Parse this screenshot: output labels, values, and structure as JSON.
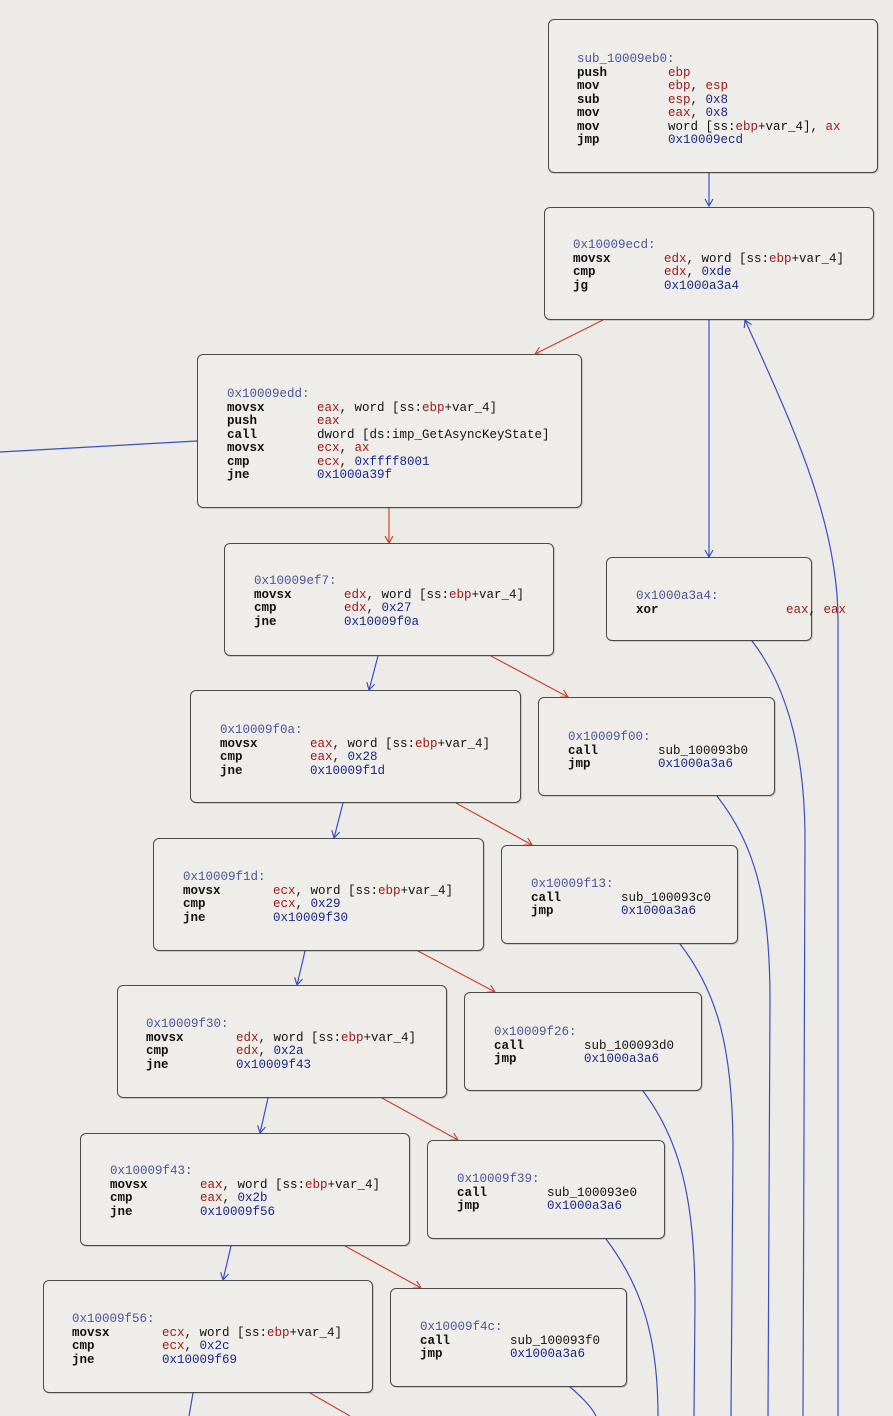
{
  "colors": {
    "background": "#ecebe8",
    "edge_conditional_false": "#d0422a",
    "edge_unconditional": "#3a4fbf",
    "label": "#4a5699",
    "register": "#a01818",
    "immediate": "#1b2588"
  },
  "blocks": [
    {
      "id": "sub_10009eb0",
      "label": "sub_10009eb0:",
      "instructions": [
        {
          "mnemonic": "push",
          "operands": [
            {
              "t": "reg",
              "v": "ebp"
            }
          ]
        },
        {
          "mnemonic": "mov",
          "operands": [
            {
              "t": "reg",
              "v": "ebp"
            },
            {
              "t": "txt",
              "v": ", "
            },
            {
              "t": "reg",
              "v": "esp"
            }
          ]
        },
        {
          "mnemonic": "sub",
          "operands": [
            {
              "t": "reg",
              "v": "esp"
            },
            {
              "t": "txt",
              "v": ", "
            },
            {
              "t": "num",
              "v": "0x8"
            }
          ]
        },
        {
          "mnemonic": "mov",
          "operands": [
            {
              "t": "reg",
              "v": "eax"
            },
            {
              "t": "txt",
              "v": ", "
            },
            {
              "t": "num",
              "v": "0x8"
            }
          ]
        },
        {
          "mnemonic": "mov",
          "operands": [
            {
              "t": "txt",
              "v": "word [ss:"
            },
            {
              "t": "reg",
              "v": "ebp"
            },
            {
              "t": "txt",
              "v": "+var_4], "
            },
            {
              "t": "reg",
              "v": "ax"
            }
          ]
        },
        {
          "mnemonic": "jmp",
          "operands": [
            {
              "t": "num",
              "v": "0x10009ecd"
            }
          ]
        }
      ]
    },
    {
      "id": "0x10009ecd",
      "label": "0x10009ecd:",
      "instructions": [
        {
          "mnemonic": "movsx",
          "operands": [
            {
              "t": "reg",
              "v": "edx"
            },
            {
              "t": "txt",
              "v": ", word [ss:"
            },
            {
              "t": "reg",
              "v": "ebp"
            },
            {
              "t": "txt",
              "v": "+var_4]"
            }
          ]
        },
        {
          "mnemonic": "cmp",
          "operands": [
            {
              "t": "reg",
              "v": "edx"
            },
            {
              "t": "txt",
              "v": ", "
            },
            {
              "t": "num",
              "v": "0xde"
            }
          ]
        },
        {
          "mnemonic": "jg",
          "operands": [
            {
              "t": "num",
              "v": "0x1000a3a4"
            }
          ]
        }
      ]
    },
    {
      "id": "0x10009edd",
      "label": "0x10009edd:",
      "instructions": [
        {
          "mnemonic": "movsx",
          "operands": [
            {
              "t": "reg",
              "v": "eax"
            },
            {
              "t": "txt",
              "v": ", word [ss:"
            },
            {
              "t": "reg",
              "v": "ebp"
            },
            {
              "t": "txt",
              "v": "+var_4]"
            }
          ]
        },
        {
          "mnemonic": "push",
          "operands": [
            {
              "t": "reg",
              "v": "eax"
            }
          ]
        },
        {
          "mnemonic": "call",
          "operands": [
            {
              "t": "txt",
              "v": "dword [ds:imp_GetAsyncKeyState]"
            }
          ]
        },
        {
          "mnemonic": "movsx",
          "operands": [
            {
              "t": "reg",
              "v": "ecx"
            },
            {
              "t": "txt",
              "v": ", "
            },
            {
              "t": "reg",
              "v": "ax"
            }
          ]
        },
        {
          "mnemonic": "cmp",
          "operands": [
            {
              "t": "reg",
              "v": "ecx"
            },
            {
              "t": "txt",
              "v": ", "
            },
            {
              "t": "num",
              "v": "0xffff8001"
            }
          ]
        },
        {
          "mnemonic": "jne",
          "operands": [
            {
              "t": "num",
              "v": "0x1000a39f"
            }
          ]
        }
      ]
    },
    {
      "id": "0x10009ef7",
      "label": "0x10009ef7:",
      "instructions": [
        {
          "mnemonic": "movsx",
          "operands": [
            {
              "t": "reg",
              "v": "edx"
            },
            {
              "t": "txt",
              "v": ", word [ss:"
            },
            {
              "t": "reg",
              "v": "ebp"
            },
            {
              "t": "txt",
              "v": "+var_4]"
            }
          ]
        },
        {
          "mnemonic": "cmp",
          "operands": [
            {
              "t": "reg",
              "v": "edx"
            },
            {
              "t": "txt",
              "v": ", "
            },
            {
              "t": "num",
              "v": "0x27"
            }
          ]
        },
        {
          "mnemonic": "jne",
          "operands": [
            {
              "t": "num",
              "v": "0x10009f0a"
            }
          ]
        }
      ]
    },
    {
      "id": "0x1000a3a4",
      "label": "0x1000a3a4:",
      "instructions": [
        {
          "mnemonic": "xor",
          "operands": [
            {
              "t": "reg",
              "v": "eax"
            },
            {
              "t": "txt",
              "v": ", "
            },
            {
              "t": "reg",
              "v": "eax"
            }
          ]
        }
      ]
    },
    {
      "id": "0x10009f0a",
      "label": "0x10009f0a:",
      "instructions": [
        {
          "mnemonic": "movsx",
          "operands": [
            {
              "t": "reg",
              "v": "eax"
            },
            {
              "t": "txt",
              "v": ", word [ss:"
            },
            {
              "t": "reg",
              "v": "ebp"
            },
            {
              "t": "txt",
              "v": "+var_4]"
            }
          ]
        },
        {
          "mnemonic": "cmp",
          "operands": [
            {
              "t": "reg",
              "v": "eax"
            },
            {
              "t": "txt",
              "v": ", "
            },
            {
              "t": "num",
              "v": "0x28"
            }
          ]
        },
        {
          "mnemonic": "jne",
          "operands": [
            {
              "t": "num",
              "v": "0x10009f1d"
            }
          ]
        }
      ]
    },
    {
      "id": "0x10009f00",
      "label": "0x10009f00:",
      "instructions": [
        {
          "mnemonic": "call",
          "operands": [
            {
              "t": "txt",
              "v": "sub_100093b0"
            }
          ]
        },
        {
          "mnemonic": "jmp",
          "operands": [
            {
              "t": "num",
              "v": "0x1000a3a6"
            }
          ]
        }
      ]
    },
    {
      "id": "0x10009f1d",
      "label": "0x10009f1d:",
      "instructions": [
        {
          "mnemonic": "movsx",
          "operands": [
            {
              "t": "reg",
              "v": "ecx"
            },
            {
              "t": "txt",
              "v": ", word [ss:"
            },
            {
              "t": "reg",
              "v": "ebp"
            },
            {
              "t": "txt",
              "v": "+var_4]"
            }
          ]
        },
        {
          "mnemonic": "cmp",
          "operands": [
            {
              "t": "reg",
              "v": "ecx"
            },
            {
              "t": "txt",
              "v": ", "
            },
            {
              "t": "num",
              "v": "0x29"
            }
          ]
        },
        {
          "mnemonic": "jne",
          "operands": [
            {
              "t": "num",
              "v": "0x10009f30"
            }
          ]
        }
      ]
    },
    {
      "id": "0x10009f13",
      "label": "0x10009f13:",
      "instructions": [
        {
          "mnemonic": "call",
          "operands": [
            {
              "t": "txt",
              "v": "sub_100093c0"
            }
          ]
        },
        {
          "mnemonic": "jmp",
          "operands": [
            {
              "t": "num",
              "v": "0x1000a3a6"
            }
          ]
        }
      ]
    },
    {
      "id": "0x10009f30",
      "label": "0x10009f30:",
      "instructions": [
        {
          "mnemonic": "movsx",
          "operands": [
            {
              "t": "reg",
              "v": "edx"
            },
            {
              "t": "txt",
              "v": ", word [ss:"
            },
            {
              "t": "reg",
              "v": "ebp"
            },
            {
              "t": "txt",
              "v": "+var_4]"
            }
          ]
        },
        {
          "mnemonic": "cmp",
          "operands": [
            {
              "t": "reg",
              "v": "edx"
            },
            {
              "t": "txt",
              "v": ", "
            },
            {
              "t": "num",
              "v": "0x2a"
            }
          ]
        },
        {
          "mnemonic": "jne",
          "operands": [
            {
              "t": "num",
              "v": "0x10009f43"
            }
          ]
        }
      ]
    },
    {
      "id": "0x10009f26",
      "label": "0x10009f26:",
      "instructions": [
        {
          "mnemonic": "call",
          "operands": [
            {
              "t": "txt",
              "v": "sub_100093d0"
            }
          ]
        },
        {
          "mnemonic": "jmp",
          "operands": [
            {
              "t": "num",
              "v": "0x1000a3a6"
            }
          ]
        }
      ]
    },
    {
      "id": "0x10009f43",
      "label": "0x10009f43:",
      "instructions": [
        {
          "mnemonic": "movsx",
          "operands": [
            {
              "t": "reg",
              "v": "eax"
            },
            {
              "t": "txt",
              "v": ", word [ss:"
            },
            {
              "t": "reg",
              "v": "ebp"
            },
            {
              "t": "txt",
              "v": "+var_4]"
            }
          ]
        },
        {
          "mnemonic": "cmp",
          "operands": [
            {
              "t": "reg",
              "v": "eax"
            },
            {
              "t": "txt",
              "v": ", "
            },
            {
              "t": "num",
              "v": "0x2b"
            }
          ]
        },
        {
          "mnemonic": "jne",
          "operands": [
            {
              "t": "num",
              "v": "0x10009f56"
            }
          ]
        }
      ]
    },
    {
      "id": "0x10009f39",
      "label": "0x10009f39:",
      "instructions": [
        {
          "mnemonic": "call",
          "operands": [
            {
              "t": "txt",
              "v": "sub_100093e0"
            }
          ]
        },
        {
          "mnemonic": "jmp",
          "operands": [
            {
              "t": "num",
              "v": "0x1000a3a6"
            }
          ]
        }
      ]
    },
    {
      "id": "0x10009f56",
      "label": "0x10009f56:",
      "instructions": [
        {
          "mnemonic": "movsx",
          "operands": [
            {
              "t": "reg",
              "v": "ecx"
            },
            {
              "t": "txt",
              "v": ", word [ss:"
            },
            {
              "t": "reg",
              "v": "ebp"
            },
            {
              "t": "txt",
              "v": "+var_4]"
            }
          ]
        },
        {
          "mnemonic": "cmp",
          "operands": [
            {
              "t": "reg",
              "v": "ecx"
            },
            {
              "t": "txt",
              "v": ", "
            },
            {
              "t": "num",
              "v": "0x2c"
            }
          ]
        },
        {
          "mnemonic": "jne",
          "operands": [
            {
              "t": "num",
              "v": "0x10009f69"
            }
          ]
        }
      ]
    },
    {
      "id": "0x10009f4c",
      "label": "0x10009f4c:",
      "instructions": [
        {
          "mnemonic": "call",
          "operands": [
            {
              "t": "txt",
              "v": "sub_100093f0"
            }
          ]
        },
        {
          "mnemonic": "jmp",
          "operands": [
            {
              "t": "num",
              "v": "0x1000a3a6"
            }
          ]
        }
      ]
    }
  ],
  "edges": [
    {
      "from": "sub_10009eb0",
      "to": "0x10009ecd",
      "kind": "unconditional"
    },
    {
      "from": "0x10009ecd",
      "to": "0x10009edd",
      "kind": "false"
    },
    {
      "from": "0x10009ecd",
      "to": "0x1000a3a4",
      "kind": "true"
    },
    {
      "from": "0x10009edd",
      "to": "0x10009ef7",
      "kind": "false"
    },
    {
      "from": "0x10009edd",
      "to": "0x1000a39f",
      "kind": "true"
    },
    {
      "from": "0x10009ef7",
      "to": "0x10009f0a",
      "kind": "true"
    },
    {
      "from": "0x10009ef7",
      "to": "0x10009f00",
      "kind": "false"
    },
    {
      "from": "0x10009f0a",
      "to": "0x10009f1d",
      "kind": "true"
    },
    {
      "from": "0x10009f0a",
      "to": "0x10009f13",
      "kind": "false"
    },
    {
      "from": "0x10009f1d",
      "to": "0x10009f30",
      "kind": "true"
    },
    {
      "from": "0x10009f1d",
      "to": "0x10009f26",
      "kind": "false"
    },
    {
      "from": "0x10009f30",
      "to": "0x10009f43",
      "kind": "true"
    },
    {
      "from": "0x10009f30",
      "to": "0x10009f39",
      "kind": "false"
    },
    {
      "from": "0x10009f43",
      "to": "0x10009f56",
      "kind": "true"
    },
    {
      "from": "0x10009f43",
      "to": "0x10009f4c",
      "kind": "false"
    },
    {
      "from": "0x10009f56",
      "to": "0x10009f69",
      "kind": "true"
    },
    {
      "from": "0x10009f56",
      "to": "next-case",
      "kind": "false"
    },
    {
      "from": "0x1000a3a4",
      "to": "exit",
      "kind": "unconditional"
    },
    {
      "from": "0x10009f00",
      "to": "0x1000a3a6",
      "kind": "unconditional"
    },
    {
      "from": "0x10009f13",
      "to": "0x1000a3a6",
      "kind": "unconditional"
    },
    {
      "from": "0x10009f26",
      "to": "0x1000a3a6",
      "kind": "unconditional"
    },
    {
      "from": "0x10009f39",
      "to": "0x1000a3a6",
      "kind": "unconditional"
    },
    {
      "from": "0x10009f4c",
      "to": "0x1000a3a6",
      "kind": "unconditional"
    },
    {
      "from": "loop-back",
      "to": "0x10009ecd",
      "kind": "unconditional"
    }
  ]
}
